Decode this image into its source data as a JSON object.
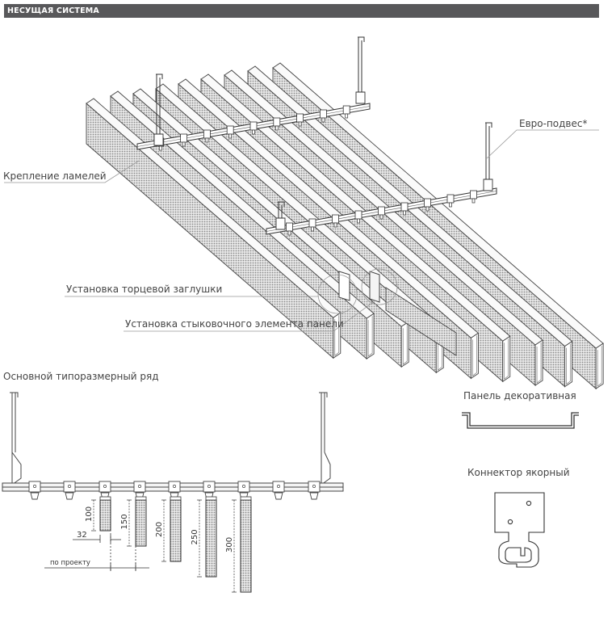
{
  "header": {
    "title": "НЕСУЩАЯ СИСТЕМА"
  },
  "callouts": {
    "euro_hanger": "Евро-подвес*",
    "lamella_mount": "Крепление ламелей",
    "end_cap": "Установка торцевой заглушки",
    "joint_element": "Установка стыковочного элемента панели"
  },
  "size_row": {
    "title": "Основной типоразмерный ряд",
    "heights": [
      "100",
      "150",
      "200",
      "250",
      "300"
    ],
    "width": "32",
    "spacing": "по проекту"
  },
  "decor_panel": {
    "title": "Панель декоративная"
  },
  "anchor_connector": {
    "title": "Коннектор якорный"
  }
}
